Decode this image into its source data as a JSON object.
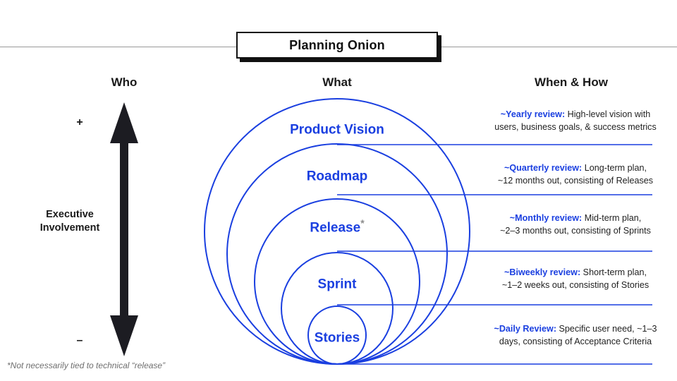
{
  "title": "Planning Onion",
  "columns": {
    "who": "Who",
    "what": "What",
    "when_how": "When & How"
  },
  "left": {
    "plus": "+",
    "minus": "–",
    "axis_label": "Executive\nInvolvement",
    "axis_label_line1": "Executive",
    "axis_label_line2": "Involvement",
    "footnote": "*Not necessarily tied to technical “release”"
  },
  "onion": {
    "accent": "#1a3fe0",
    "layers": [
      {
        "label": "Product Vision",
        "asterisk": ""
      },
      {
        "label": "Roadmap",
        "asterisk": ""
      },
      {
        "label": "Release",
        "asterisk": "*"
      },
      {
        "label": "Sprint",
        "asterisk": ""
      },
      {
        "label": "Stories",
        "asterisk": ""
      }
    ]
  },
  "notes": [
    {
      "cadence": "~Yearly review:",
      "line1_rest": " High-level vision with",
      "line2": "users, business goals, & success metrics"
    },
    {
      "cadence": "~Quarterly review:",
      "line1_rest": " Long-term plan,",
      "line2": "~12 months out, consisting of Releases"
    },
    {
      "cadence": "~Monthly review:",
      "line1_rest": " Mid-term plan,",
      "line2": "~2–3 months out, consisting of Sprints"
    },
    {
      "cadence": "~Biweekly review:",
      "line1_rest": " Short-term plan,",
      "line2": "~1–2 weeks out, consisting of Stories"
    },
    {
      "cadence": "~Daily Review:",
      "line1_rest": " Specific user need, ~1–3",
      "line2": "days, consisting of Acceptance Criteria"
    }
  ]
}
